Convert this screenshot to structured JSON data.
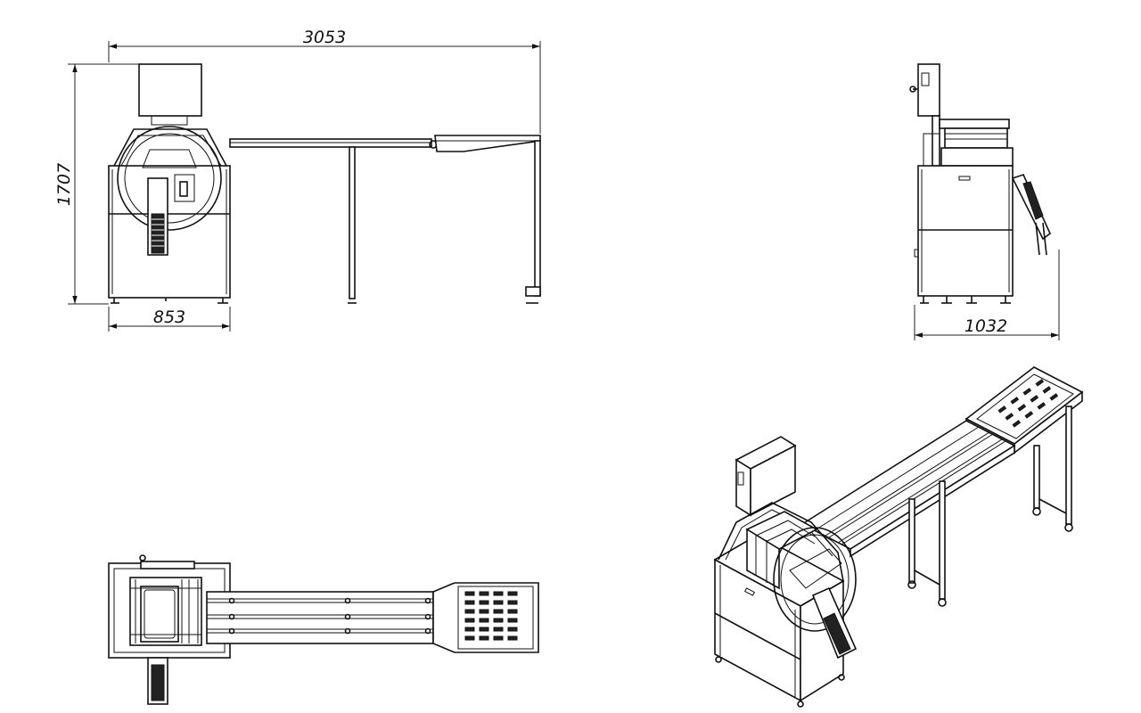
{
  "dimensions": {
    "overall_length": "3053",
    "overall_height": "1707",
    "base_width_front": "853",
    "side_width": "1032"
  },
  "views": [
    "front-view",
    "side-view",
    "top-view",
    "isometric-view"
  ],
  "colors": {
    "line": "#111111",
    "background": "#ffffff"
  }
}
